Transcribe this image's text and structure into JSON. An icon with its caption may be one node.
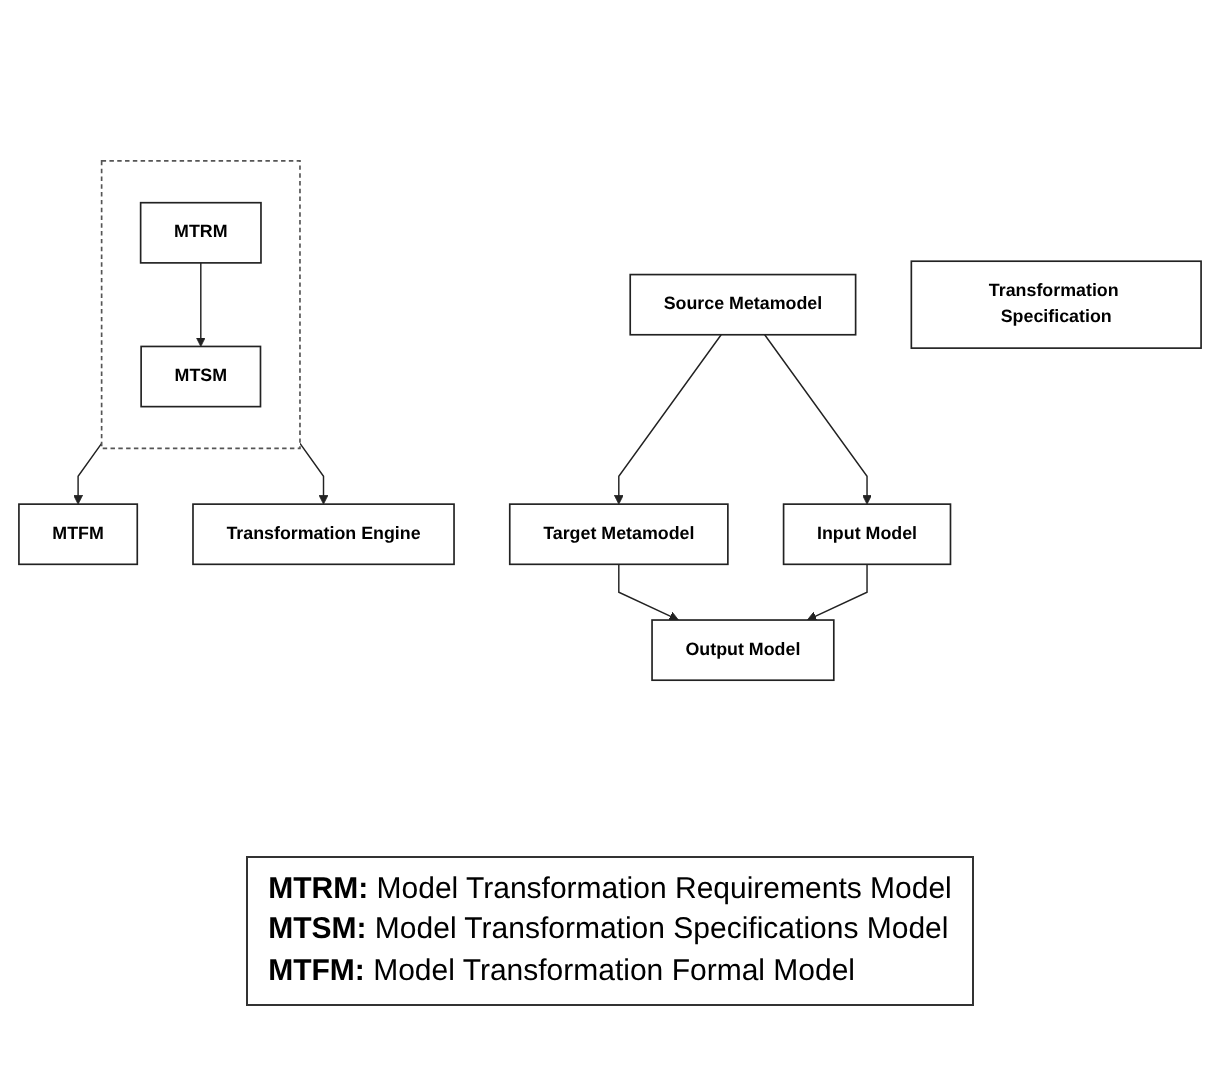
{
  "diagram": {
    "nodes": [
      {
        "text": [
          "Source Metamodel"
        ]
      },
      {
        "text": [
          "Target Metamodel"
        ]
      },
      {
        "text": [
          "Transformation Specification"
        ]
      },
      {
        "text": [],
        "shape": "box"
      },
      {
        "text": [
          "MTRM"
        ],
        "in": 3
      },
      {
        "text": [
          "MTSM"
        ],
        "in": 3
      },
      {
        "text": [
          "MTFM"
        ]
      },
      {
        "text": [
          "Transformation Engine"
        ]
      },
      {
        "text": [
          "Input Model"
        ]
      },
      {
        "text": [
          "Output Model"
        ]
      }
    ],
    "edges": [
      {
        "from": 0,
        "to": 1,
        "arrow": "to"
      },
      {
        "from": 0,
        "to": 8,
        "arrow": "to"
      },
      {
        "from": 1,
        "to": 9,
        "arrow": "to"
      },
      {
        "from": 4,
        "to": 5,
        "arrow": "to"
      },
      {
        "from": 3,
        "to": 6,
        "arrow": "to"
      },
      {
        "from": 3,
        "to": 7,
        "arrow": "to"
      },
      {
        "from": 8,
        "to": 9,
        "arrow": "to"
      }
    ],
    "labels": [
      "**MTRM:** Model Transformation Requirements Model",
      "**MTSM:** Model Transformation Specifications Model",
      "**MTFM:** Model Transformation Formal Model"
    ]
  }
}
